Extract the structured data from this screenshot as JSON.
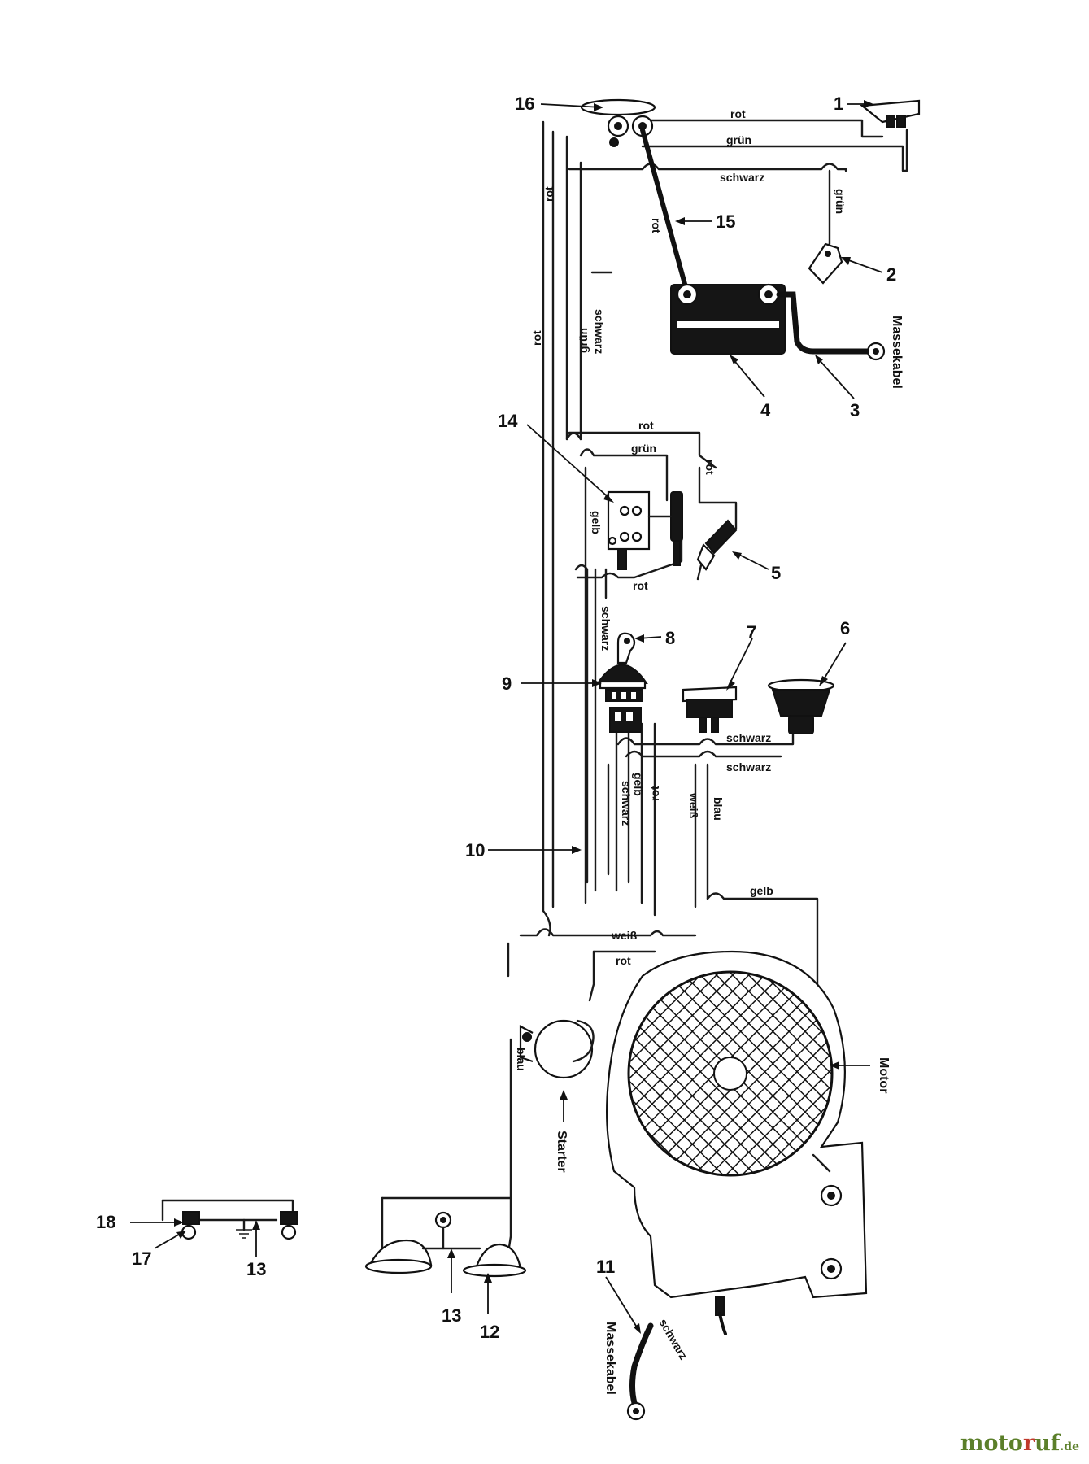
{
  "parts": {
    "n1": "1",
    "n2": "2",
    "n3": "3",
    "n4": "4",
    "n5": "5",
    "n6": "6",
    "n7": "7",
    "n8": "8",
    "n9": "9",
    "n10": "10",
    "n11": "11",
    "n12": "12",
    "n13a": "13",
    "n13b": "13",
    "n14": "14",
    "n15": "15",
    "n16": "16",
    "n17": "17",
    "n18": "18"
  },
  "components": {
    "masse_top": "Massekabel",
    "masse_bottom": "Massekabel",
    "motor": "Motor",
    "starter": "Starter"
  },
  "wires": {
    "rot": "rot",
    "gruen": "grün",
    "schwarz": "schwarz",
    "gelb": "gelb",
    "weiss": "weiß",
    "blau": "blau"
  },
  "watermark": {
    "part_a": "moto",
    "part_b": "r",
    "part_c": "uf",
    "suffix": ".de"
  }
}
